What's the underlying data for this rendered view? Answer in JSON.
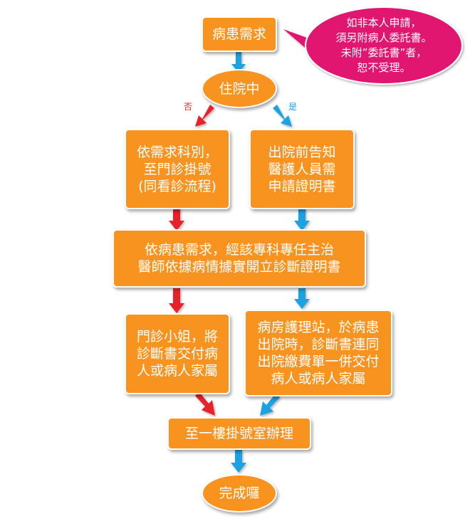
{
  "colors": {
    "box_fill": "#f7931e",
    "arrow_blue": "#1ba1e2",
    "arrow_red": "#e8202a",
    "bubble_fill": "#e0186f",
    "label_no": "#e8202a",
    "label_yes": "#1ba1e2"
  },
  "nodes": {
    "request": "病患需求",
    "inpatient": "住院中",
    "no_branch": "依需求科別，\n至門診掛號\n(同看診流程)",
    "yes_branch": "出院前告知\n醫護人員需\n申請證明書",
    "issue": "依病患需求，經該專科專任主治\n醫師依據病情據實開立診斷證明書",
    "clinic_hand": "門診小姐，將\n診斷書交付病\n人或病人家屬",
    "ward_hand": "病房護理站，於病患\n出院時，診斷書連同\n出院繳費單一併交付\n病人或病人家屬",
    "register": "至一樓掛號室辦理",
    "done": "完成囉"
  },
  "labels": {
    "no": "否",
    "yes": "是"
  },
  "note": "如非本人申請，\n須另附病人委託書。\n未附”委託書”者，\n恕不受理。"
}
